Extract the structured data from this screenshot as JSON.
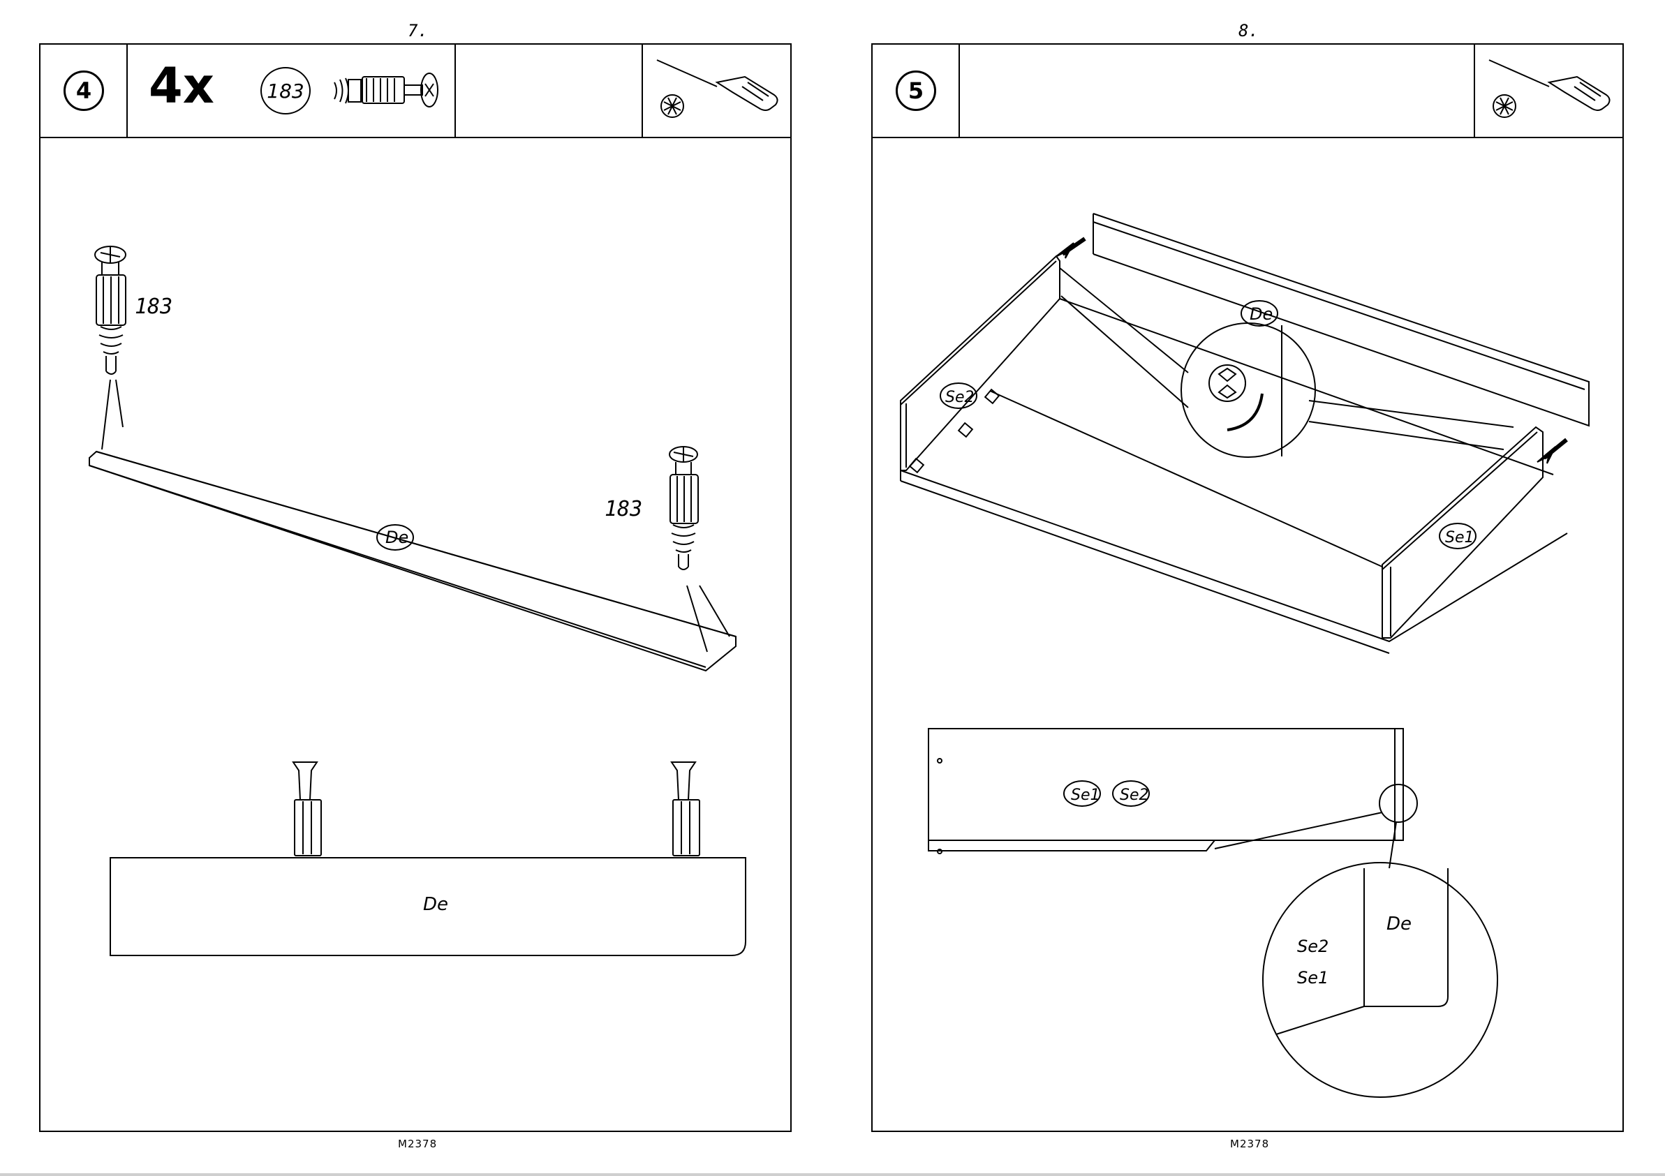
{
  "left_page": {
    "page_number": "7.",
    "step_number": "4",
    "quantity": "4x",
    "part_number": "183",
    "callouts": [
      "183",
      "183"
    ],
    "panel_label_top": "De",
    "panel_label_side": "De",
    "footer_code": "M2378",
    "tool_icon": "phillips-screwdriver-icon"
  },
  "right_page": {
    "page_number": "8.",
    "step_number": "5",
    "label_back": "De",
    "label_side_left": "Se2",
    "label_side_right": "Se1",
    "panel_labels": [
      "Se1",
      "Se2"
    ],
    "detail_labels": {
      "back": "De",
      "side_a": "Se2",
      "side_b": "Se1"
    },
    "footer_code": "M2378",
    "tool_icon": "phillips-screwdriver-icon"
  }
}
